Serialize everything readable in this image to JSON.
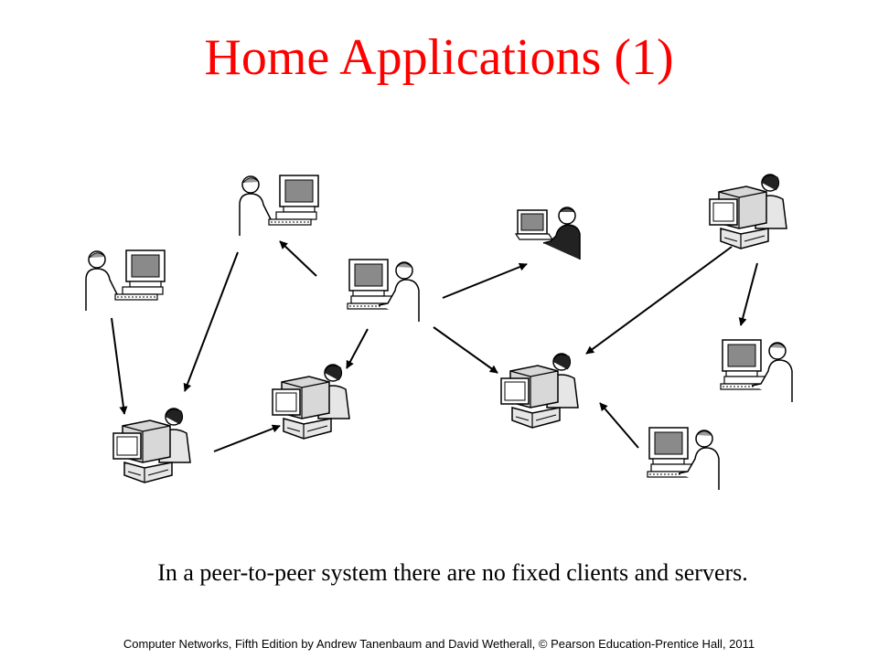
{
  "slide": {
    "title": "Home Applications (1)",
    "caption": "In a peer-to-peer system there are no fixed clients and servers.",
    "footer": "Computer Networks, Fifth Edition by Andrew Tanenbaum and David Wetherall, © Pearson Education-Prentice Hall, 2011"
  },
  "diagram": {
    "node_icons": [
      "person-at-computer-icon",
      "person-at-laptop-icon"
    ],
    "edge_style": "arrow",
    "colors": {
      "title": "#ff0000",
      "line": "#000000",
      "fill": "#e6e6e6"
    }
  }
}
